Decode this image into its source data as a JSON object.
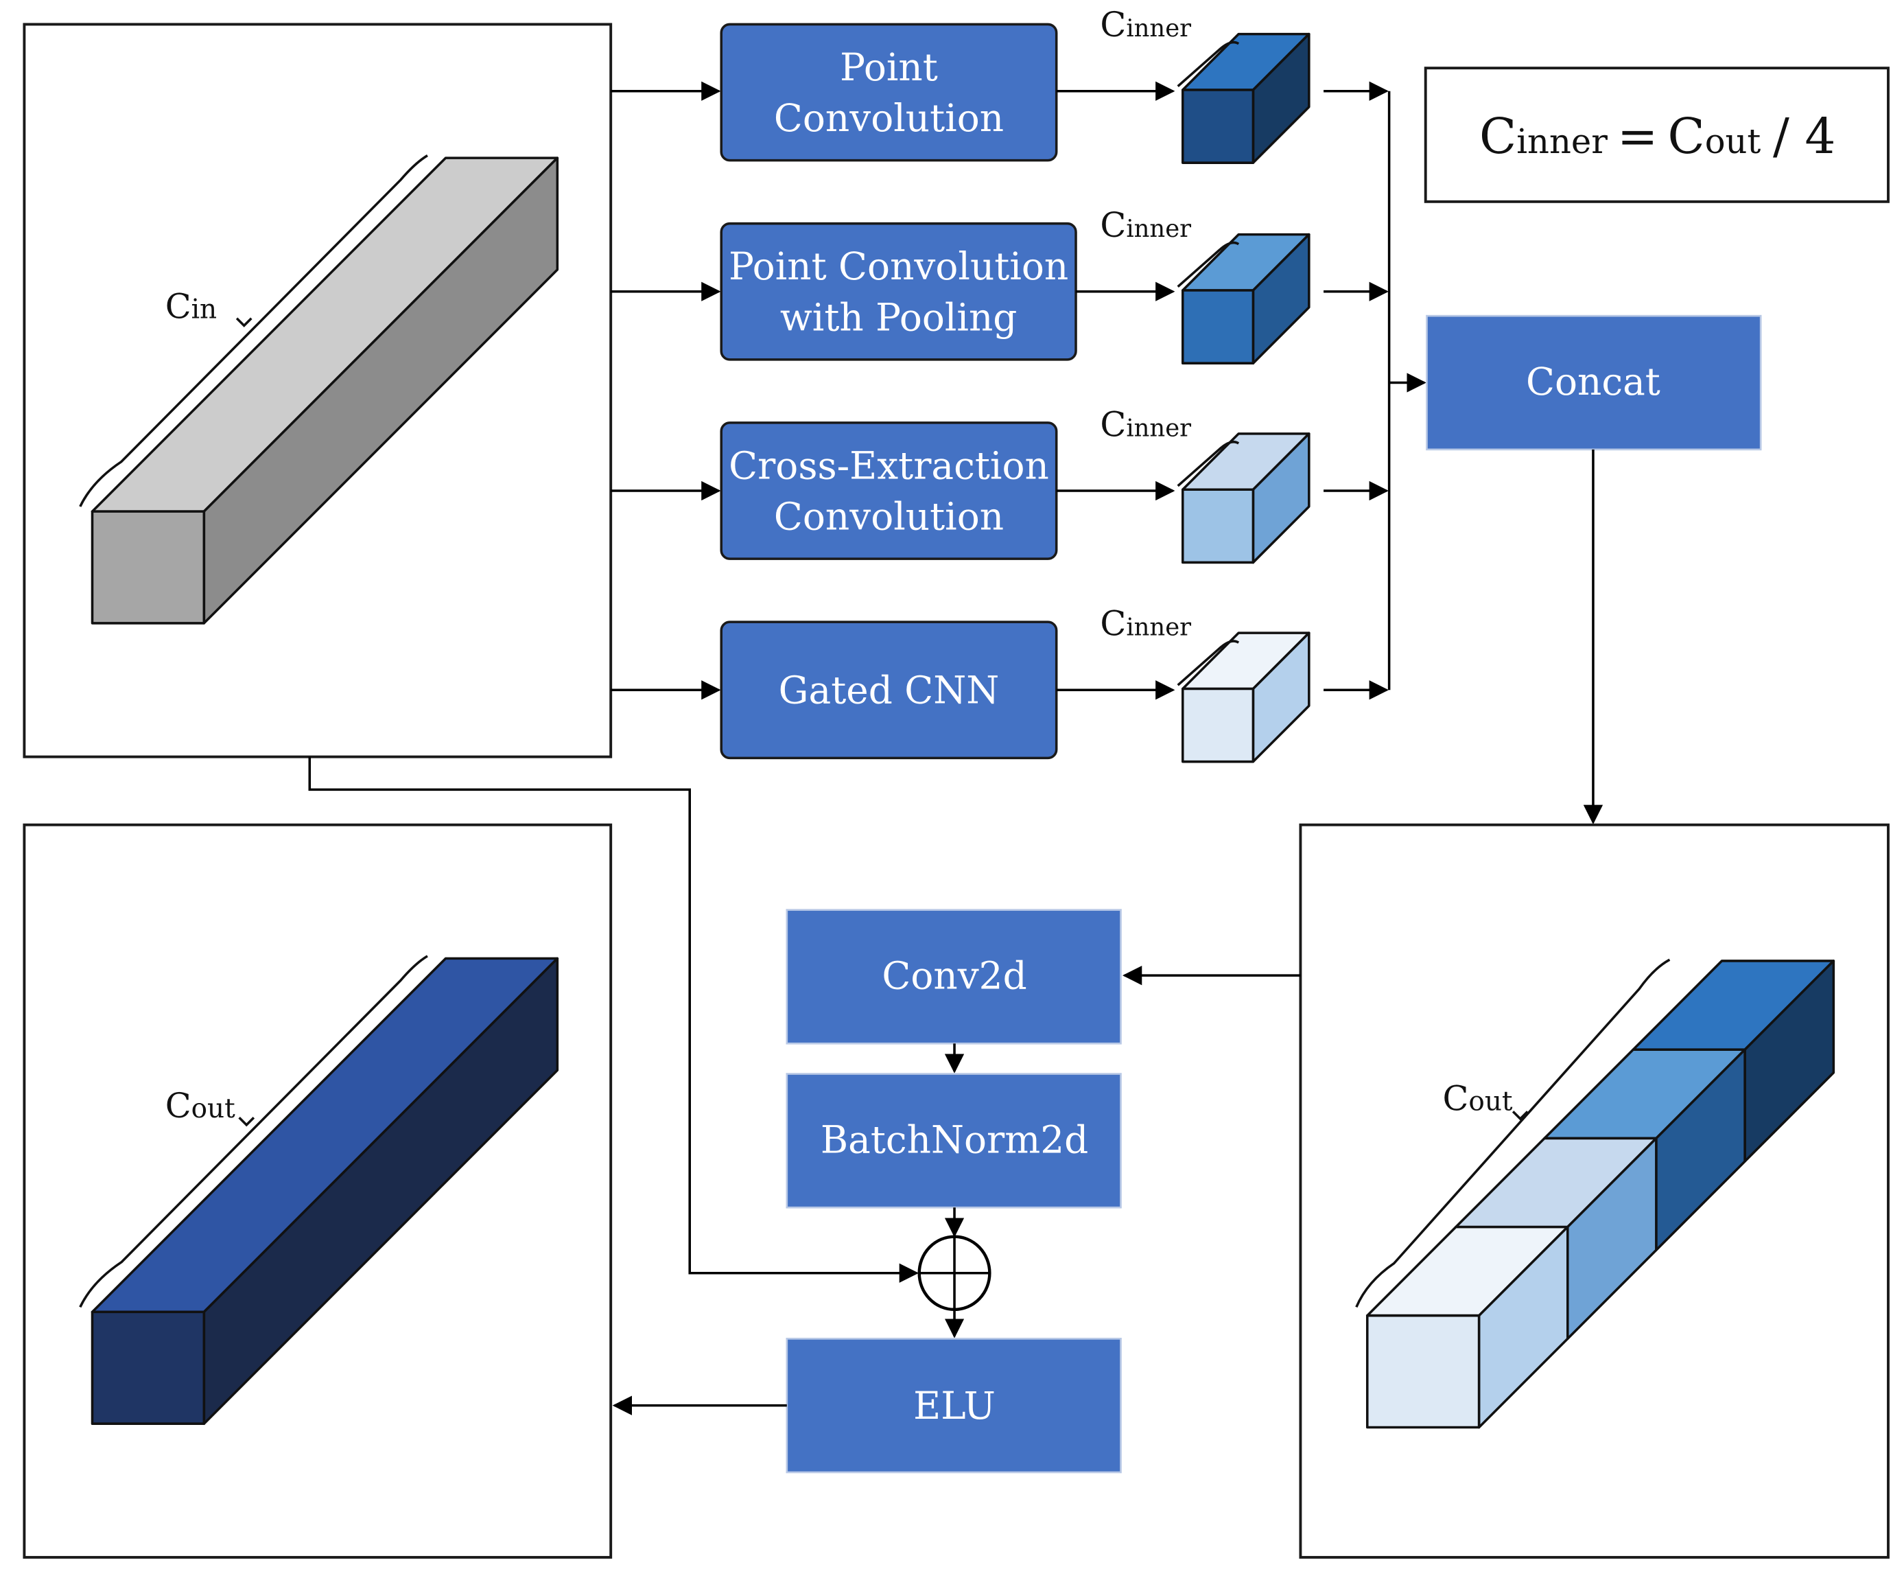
{
  "diagram": {
    "input": {
      "label_main": "C",
      "label_sub": "in"
    },
    "branches": [
      {
        "lines": [
          "Point",
          "Convolution"
        ],
        "cube_label_main": "C",
        "cube_label_sub": "inner",
        "cube_colors": {
          "top": "#2e75c0",
          "front": "#1f4e87",
          "side": "#173b63"
        }
      },
      {
        "lines": [
          "Point Convolution",
          "with Pooling"
        ],
        "cube_label_main": "C",
        "cube_label_sub": "inner",
        "cube_colors": {
          "top": "#5b9bd5",
          "front": "#2e6fb5",
          "side": "#245a94"
        }
      },
      {
        "lines": [
          "Cross-Extraction",
          "Convolution"
        ],
        "cube_label_main": "C",
        "cube_label_sub": "inner",
        "cube_colors": {
          "top": "#c6d9ee",
          "front": "#9dc3e6",
          "side": "#6fa3d6"
        }
      },
      {
        "lines": [
          "Gated CNN"
        ],
        "cube_label_main": "C",
        "cube_label_sub": "inner",
        "cube_colors": {
          "top": "#eef4fa",
          "front": "#dde9f5",
          "side": "#b4d0ec"
        }
      }
    ],
    "formula": {
      "lhs_main": "C",
      "lhs_sub": "inner",
      "eq": "=",
      "rhs_main": "C",
      "rhs_sub": "out",
      "tail": "/ 4"
    },
    "concat_label": "Concat",
    "concat_out": {
      "label_main": "C",
      "label_sub": "out"
    },
    "post": {
      "conv_label": "Conv2d",
      "bn_label": "BatchNorm2d",
      "act_label": "ELU",
      "add_symbol": "residual-add"
    },
    "output": {
      "label_main": "C",
      "label_sub": "out"
    },
    "colors": {
      "block_blue": "#4472c4",
      "input_top": "#cccccc",
      "input_front": "#a6a6a6",
      "input_side": "#8c8c8c",
      "output_top": "#2f55a4",
      "output_front": "#1f3564",
      "output_side": "#1b2a4b"
    }
  }
}
